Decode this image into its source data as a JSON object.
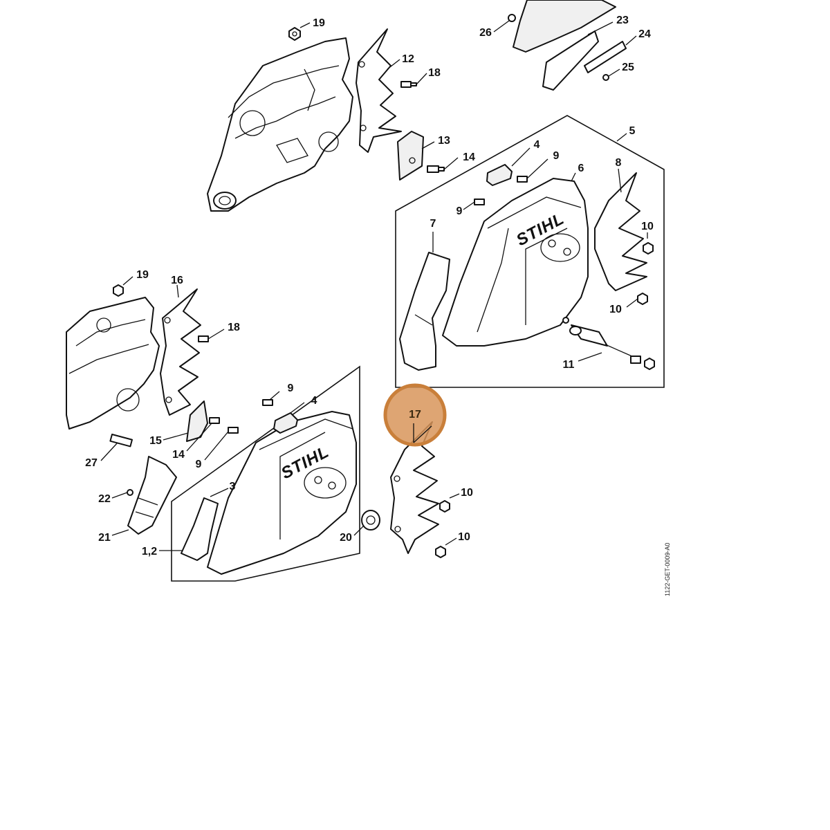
{
  "brand_text": "STIHL",
  "document_code": "1122-GET-0009-A0",
  "highlight": {
    "label": "17",
    "color": "#c97f3a",
    "fill": "#d8955a"
  },
  "labels": [
    {
      "text": "19",
      "name": "callout-19-top"
    },
    {
      "text": "12",
      "name": "callout-12"
    },
    {
      "text": "18",
      "name": "callout-18-top"
    },
    {
      "text": "13",
      "name": "callout-13"
    },
    {
      "text": "14",
      "name": "callout-14-top"
    },
    {
      "text": "26",
      "name": "callout-26"
    },
    {
      "text": "23",
      "name": "callout-23"
    },
    {
      "text": "24",
      "name": "callout-24"
    },
    {
      "text": "25",
      "name": "callout-25"
    },
    {
      "text": "5",
      "name": "callout-5"
    },
    {
      "text": "4",
      "name": "callout-4-top"
    },
    {
      "text": "9",
      "name": "callout-9-top-a"
    },
    {
      "text": "6",
      "name": "callout-6"
    },
    {
      "text": "8",
      "name": "callout-8"
    },
    {
      "text": "9",
      "name": "callout-9-top-b"
    },
    {
      "text": "7",
      "name": "callout-7"
    },
    {
      "text": "10",
      "name": "callout-10-top-a"
    },
    {
      "text": "10",
      "name": "callout-10-top-b"
    },
    {
      "text": "11",
      "name": "callout-11"
    },
    {
      "text": "19",
      "name": "callout-19-bottom"
    },
    {
      "text": "16",
      "name": "callout-16"
    },
    {
      "text": "18",
      "name": "callout-18-bottom"
    },
    {
      "text": "9",
      "name": "callout-9-bottom-a"
    },
    {
      "text": "4",
      "name": "callout-4-bottom"
    },
    {
      "text": "15",
      "name": "callout-15"
    },
    {
      "text": "14",
      "name": "callout-14-bottom"
    },
    {
      "text": "9",
      "name": "callout-9-bottom-b"
    },
    {
      "text": "27",
      "name": "callout-27"
    },
    {
      "text": "3",
      "name": "callout-3"
    },
    {
      "text": "22",
      "name": "callout-22"
    },
    {
      "text": "21",
      "name": "callout-21"
    },
    {
      "text": "1,2",
      "name": "callout-1-2"
    },
    {
      "text": "10",
      "name": "callout-10-bottom-a"
    },
    {
      "text": "20",
      "name": "callout-20"
    },
    {
      "text": "10",
      "name": "callout-10-bottom-b"
    }
  ]
}
